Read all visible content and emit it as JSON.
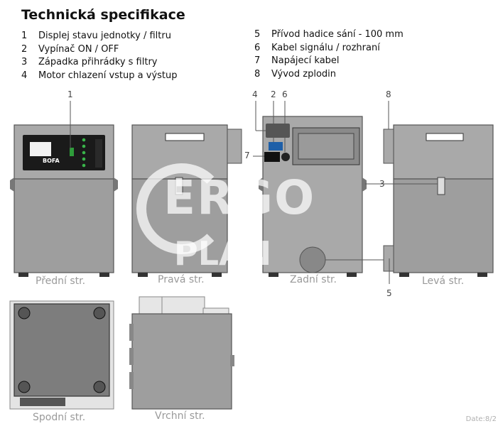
{
  "title": "Technická specifikace",
  "legend_left": [
    {
      "num": "1",
      "text": "Displej stavu jednotky / filtru"
    },
    {
      "num": "2",
      "text": "Vypínač ON / OFF"
    },
    {
      "num": "3",
      "text": "Západka přihrádky s filtry"
    },
    {
      "num": "4",
      "text": "Motor chlazení vstup a výstup"
    }
  ],
  "legend_right": [
    {
      "num": "5",
      "text": "Přívod hadice sání - 100 mm"
    },
    {
      "num": "6",
      "text": "Kabel signálu / rozhraní"
    },
    {
      "num": "7",
      "text": "Napájecí kabel"
    },
    {
      "num": "8",
      "text": "Vývod zplodin"
    }
  ],
  "callouts": {
    "c1": "1",
    "c2": "2",
    "c3": "3",
    "c4": "4",
    "c5": "5",
    "c6": "6",
    "c7": "7",
    "c8": "8"
  },
  "views": {
    "front": "Přední str.",
    "right": "Pravá str.",
    "back": "Zadní str.",
    "left": "Levá str.",
    "bottom": "Spodní str.",
    "top": "Vrchní str."
  },
  "display_brand": "BOFA",
  "watermark": {
    "main": "ERGO",
    "sub": "PLAN"
  },
  "date": "Date:8/2",
  "colors": {
    "body": "#9e9e9e",
    "top_panel": "#a9a9a9",
    "outline": "#555555",
    "display": "#1a1a1a"
  }
}
